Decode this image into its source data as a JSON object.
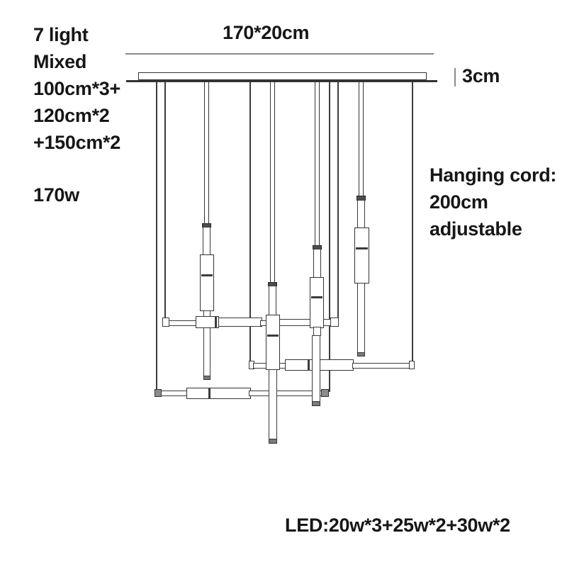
{
  "product": {
    "specs": [
      "7 light",
      "Mixed",
      "100cm*3+",
      "120cm*2",
      "+150cm*2"
    ],
    "wattage": "170w",
    "size_label": "170*20cm",
    "canopy_thickness": "3cm",
    "hanging_cord": [
      "Hanging cord:",
      "200cm",
      "adjustable"
    ],
    "led_power": "LED:20w*3+25w*2+30w*2"
  },
  "colors": {
    "background": "#ffffff",
    "line": "#333333",
    "dimension_line": "#8a8a8a",
    "text": "#161616",
    "cap_dark": "#4d4d4d",
    "cap_gray": "#7a7a7a",
    "bar_end_gray": "#8c8c8c"
  }
}
